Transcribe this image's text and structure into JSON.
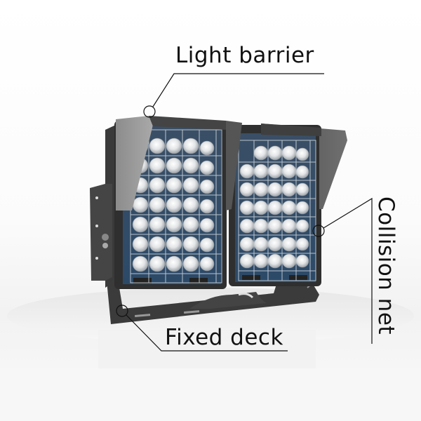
{
  "diagram": {
    "subject": "LED floodlight with two LED modules",
    "background_color": "#ffffff",
    "module_color": "#2e4a66",
    "housing_color": "#3c3c3c",
    "visor_color": "#5a5a5a",
    "callouts": [
      {
        "id": "light-barrier",
        "label": "Light barrier",
        "orientation": "horizontal"
      },
      {
        "id": "collision-net",
        "label": "Collision net",
        "orientation": "vertical"
      },
      {
        "id": "fixed-deck",
        "label": "Fixed deck",
        "orientation": "horizontal"
      }
    ],
    "modules": [
      {
        "name": "left-module",
        "columns": 5,
        "rows": 7
      },
      {
        "name": "right-module",
        "columns": 5,
        "rows": 7
      }
    ]
  }
}
